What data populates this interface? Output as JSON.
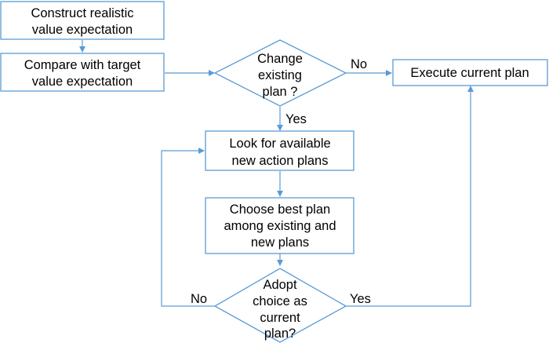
{
  "nodes": {
    "construct": {
      "line1": "Construct realistic",
      "line2": "value expectation"
    },
    "compare": {
      "line1": "Compare with target",
      "line2": "value expectation"
    },
    "change": {
      "line1": "Change",
      "line2": "existing",
      "line3": "plan ?"
    },
    "execute": {
      "line1": "Execute current plan"
    },
    "look": {
      "line1": "Look for available",
      "line2": "new action plans"
    },
    "choose": {
      "line1": "Choose best plan",
      "line2": "among existing and",
      "line3": "new plans"
    },
    "adopt": {
      "line1": "Adopt",
      "line2": "choice as",
      "line3": "current",
      "line4": "plan?"
    }
  },
  "edge_labels": {
    "change_no": "No",
    "change_yes": "Yes",
    "adopt_no": "No",
    "adopt_yes": "Yes"
  },
  "colors": {
    "stroke": "#5b9bd5",
    "text": "#000000",
    "background": "#ffffff"
  }
}
